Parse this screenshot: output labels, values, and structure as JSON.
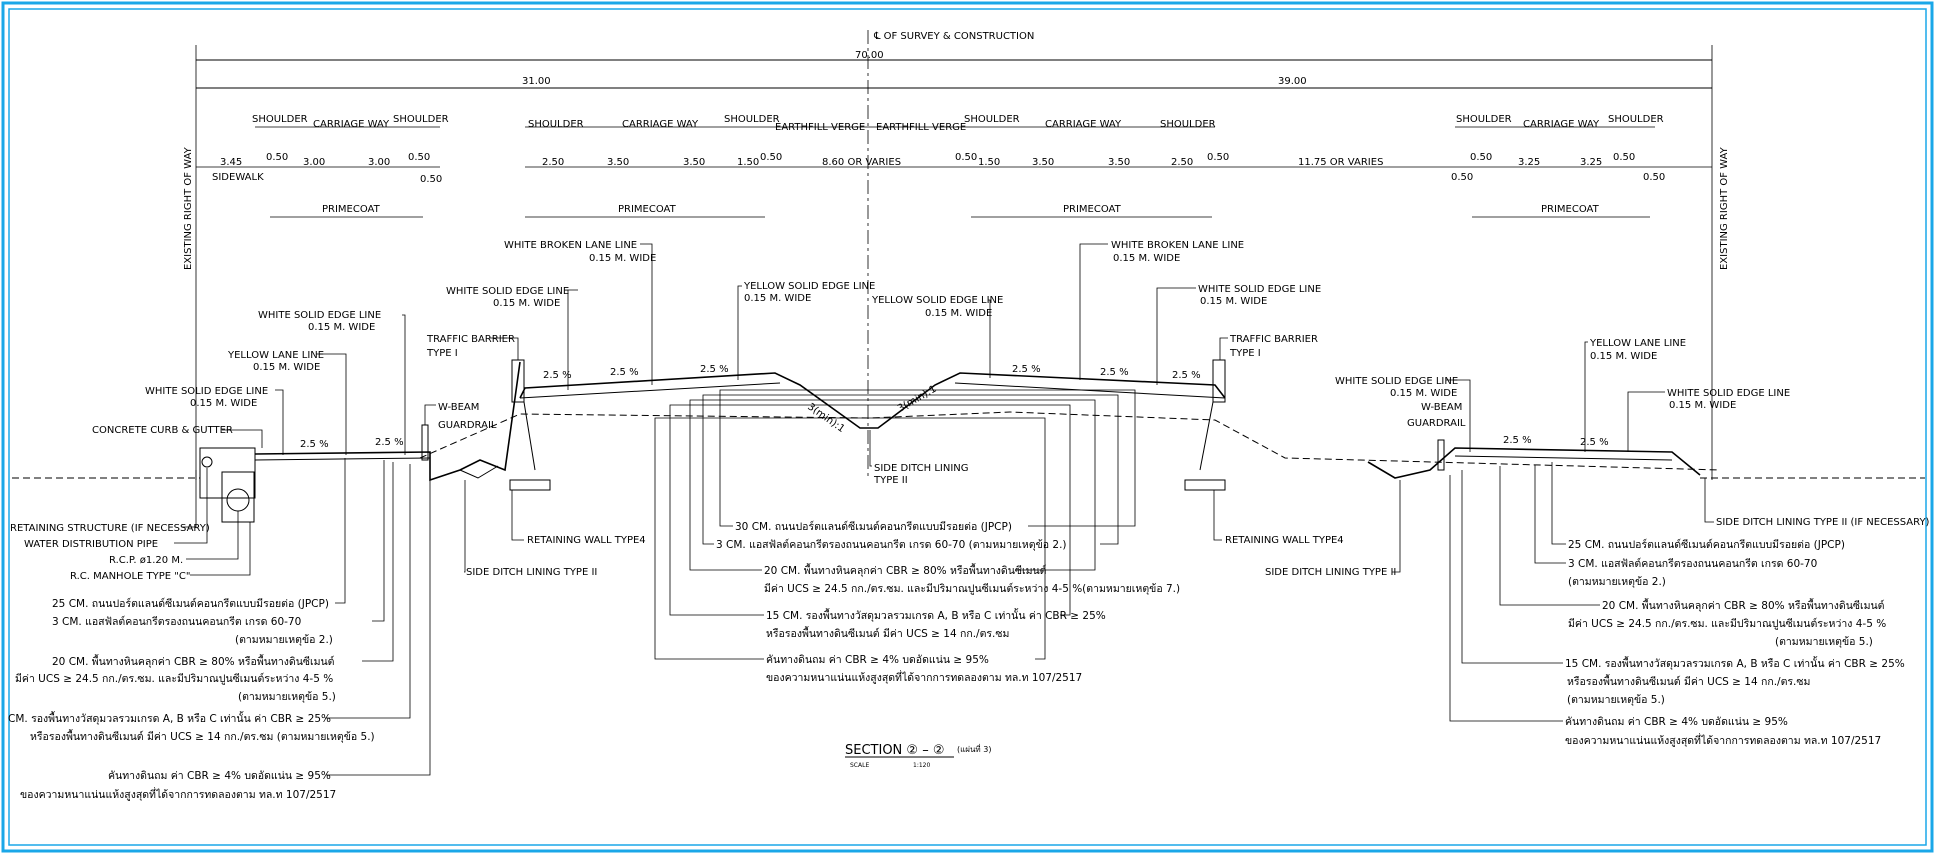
{
  "colors": {
    "frame": "#1aa7e8",
    "ink": "#000000",
    "background": "#ffffff"
  },
  "title": {
    "centerline": "℄ OF SURVEY & CONSTRUCTION",
    "section": "SECTION ② – ②",
    "section_note": "(แผ่นที่ 3)",
    "scale_label": "SCALE",
    "scale_value": "1:120"
  },
  "overall": {
    "total": "70.00",
    "left": "31.00",
    "right": "39.00"
  },
  "row_labels": {
    "shoulder": "SHOULDER",
    "carriage_way": "CARRIAGE WAY",
    "earthfill_verge": "EARTHFILL VERGE",
    "sidewalk": "SIDEWALK",
    "primecoat": "PRIMECOAT",
    "existing_row": "EXISTING RIGHT OF WAY"
  },
  "dims": {
    "d345": "3.45",
    "d050": "0.50",
    "d300": "3.00",
    "d250": "2.50",
    "d350": "3.50",
    "d150": "1.50",
    "d860": "8.60 OR VARIES",
    "d1175": "11.75 OR VARIES",
    "d325": "3.25"
  },
  "callouts": {
    "white_broken": "WHITE BROKEN LANE LINE",
    "white_solid": "WHITE SOLID EDGE LINE",
    "yellow_solid": "YELLOW SOLID EDGE LINE",
    "yellow_lane": "YELLOW LANE LINE",
    "width": "0.15 M. WIDE",
    "traffic_barrier": "TRAFFIC BARRIER",
    "type1": "TYPE I",
    "wbeam": "W-BEAM",
    "guardrail": "GUARDRAIL",
    "curb": "CONCRETE CURB & GUTTER",
    "retaining": "RETAINING STRUCTURE (IF NECESSARY)",
    "water_pipe": "WATER DISTRIBUTION PIPE",
    "rcp": "R.C.P. ø1.20 M.",
    "manhole": "R.C. MANHOLE TYPE \"C\"",
    "retaining_wall": "RETAINING WALL TYPE4",
    "side_ditch2": "SIDE DITCH LINING TYPE II",
    "side_ditch_a": "SIDE DITCH LINING",
    "side_ditch_b": "TYPE II",
    "side_ditch_nec": "SIDE DITCH LINING TYPE II (IF NECESSARY)",
    "slope": "2.5 %",
    "slope31": "3(min):1"
  },
  "pavement": {
    "jpcp": "25 CM. ถนนปอร์ตแลนด์ซีเมนต์คอนกรีตแบบมีรอยต่อ (JPCP)",
    "jpcp30": "30 CM. ถนนปอร์ตแลนด์ซีเมนต์คอนกรีตแบบมีรอยต่อ (JPCP)",
    "asphalt": "3 CM. แอสฟัลต์คอนกรีตรองถนนคอนกรีต เกรด 60-70",
    "asphalt_full": "3 CM. แอสฟัลต์คอนกรีตรองถนนคอนกรีต เกรด 60-70 (ตามหมายเหตุข้อ 2.)",
    "note2": "(ตามหมายเหตุข้อ 2.)",
    "base": "20 CM. พื้นทางหินคลุกค่า CBR ≥ 80% หรือพื้นทางดินซีเมนต์",
    "base_ucs": "มีค่า UCS ≥ 24.5 กก./ตร.ซม. และมีปริมาณปูนซีเมนต์ระหว่าง 4-5 %",
    "base_ucs_note7": "มีค่า UCS ≥ 24.5 กก./ตร.ซม. และมีปริมาณปูนซีเมนต์ระหว่าง 4-5 %(ตามหมายเหตุข้อ 7.)",
    "note5": "(ตามหมายเหตุข้อ 5.)",
    "subbase": "15 CM. รองพื้นทางวัสดุมวลรวมเกรด A, B หรือ C เท่านั้น ค่า CBR ≥ 25%",
    "subbase_left": "CM. รองพื้นทางวัสดุมวลรวมเกรด A, B หรือ C เท่านั้น ค่า CBR ≥ 25%",
    "subbase_alt": "หรือรองพื้นทางดินซีเมนต์ มีค่า UCS ≥ 14 กก./ตร.ซม",
    "subbase_alt_note": "หรือรองพื้นทางดินซีเมนต์ มีค่า UCS ≥ 14 กก./ตร.ซม (ตามหมายเหตุข้อ 5.)",
    "embank": "คันทางดินถม ค่า CBR ≥ 4% บดอัดแน่น ≥ 95%",
    "embank2": "ของความหนาแน่นแห้งสูงสุดที่ได้จากการทดลองตาม ทล.ท 107/2517"
  }
}
